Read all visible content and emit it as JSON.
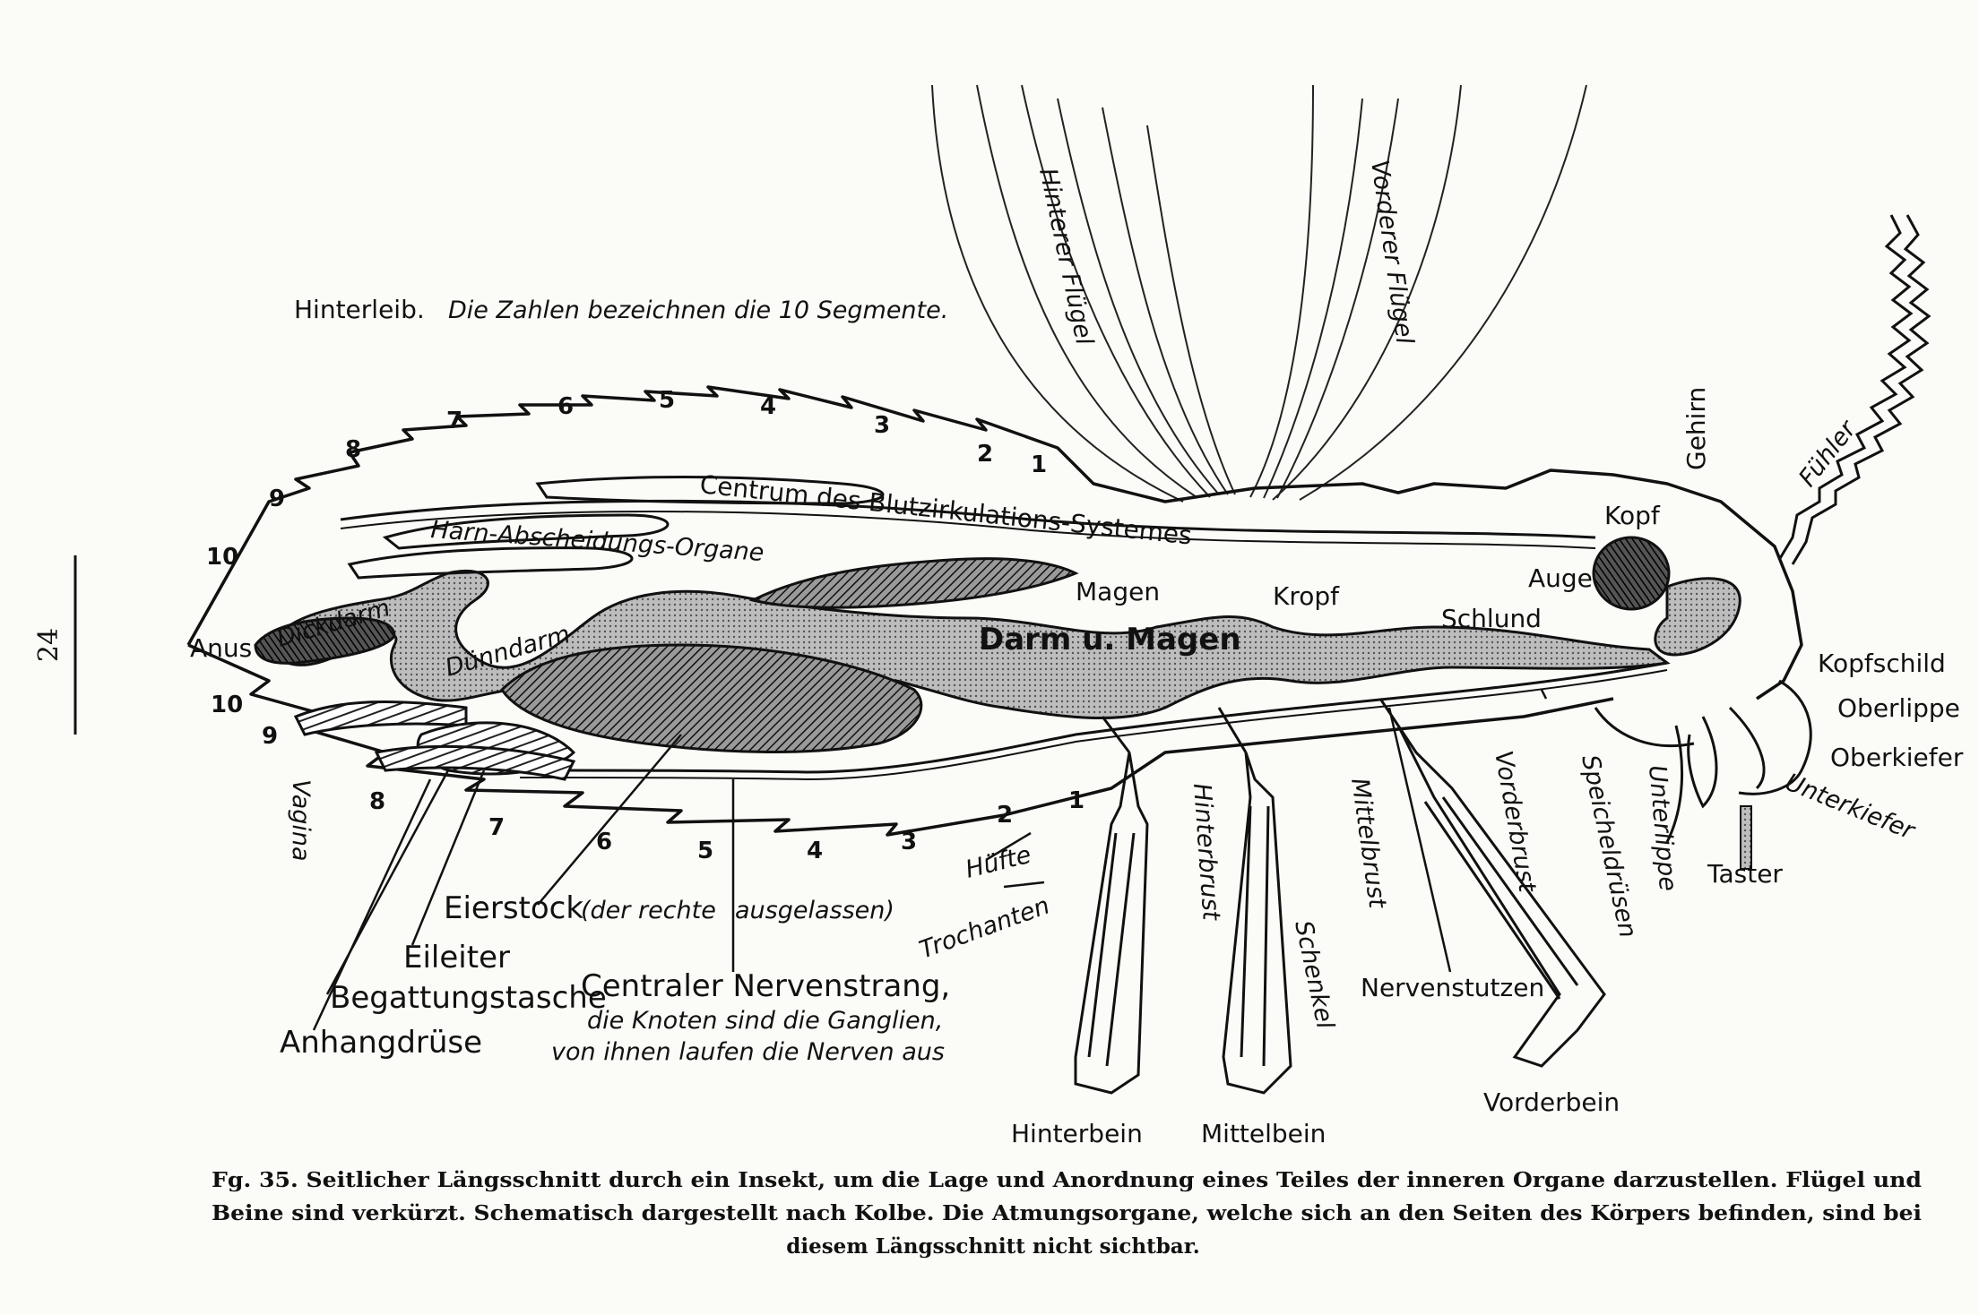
{
  "page_number": "24",
  "header": {
    "title": "Hinterleib.",
    "subtitle": "Die Zahlen bezeichnen die 10 Segmente."
  },
  "segments": {
    "dorsal": [
      "10",
      "9",
      "8",
      "7",
      "6",
      "5",
      "4",
      "3",
      "2",
      "1"
    ],
    "ventral": [
      "10",
      "9",
      "8",
      "7",
      "6",
      "5",
      "4",
      "3",
      "2",
      "1"
    ]
  },
  "wings": {
    "hind": "Hinterer Flügel",
    "fore": "Vorderer Flügel"
  },
  "organs": {
    "blood": "Centrum des Blutzirkulations-Systemes",
    "urinary": "Harn-Abscheidungs-Organe",
    "large_intestine": "Dickdarm",
    "small_intestine": "Dünndarm",
    "anus": "Anus",
    "gut": "Darm u. Magen",
    "stomach": "Magen",
    "crop": "Kropf",
    "pharynx": "Schlund",
    "eye": "Auge",
    "head": "Kopf",
    "brain": "Gehirn",
    "antenna": "Fühler",
    "head_shield": "Kopfschild",
    "upper_lip": "Oberlippe",
    "mandible": "Oberkiefer",
    "maxilla": "Unterkiefer",
    "palp": "Taster",
    "lower_lip": "Unterlippe",
    "salivary": "Speicheldrüsen",
    "prothorax": "Vorderbrust",
    "mesothorax": "Mittelbrust",
    "metathorax": "Hinterbrust",
    "femur": "Schenkel",
    "nerve_stem": "Nervenstutzen",
    "coxa": "Hüfte",
    "trochanter": "Trochanten",
    "vagina": "Vagina"
  },
  "legs": {
    "hind": "Hinterbein",
    "mid": "Mittelbein",
    "fore": "Vorderbein"
  },
  "bottom_labels": {
    "ovary": "Eierstock",
    "ovary_note_a": "(der rechte",
    "ovary_note_b": "ausgelassen)",
    "oviduct": "Eileiter",
    "pouch": "Begattungstasche",
    "gland": "Anhangdrüse",
    "nerve_cord": "Centraler Nervenstrang,",
    "nerve_note_1": "die Knoten sind die Ganglien,",
    "nerve_note_2": "von ihnen laufen die Nerven aus"
  },
  "caption": {
    "line1": "Fg. 35. Seitlicher Längsschnitt durch ein Insekt, um die Lage und Anordnung eines Teiles der inneren Organe darzustellen. Flügel und",
    "line2": "Beine sind verkürzt. Schematisch dargestellt nach Kolbe. Die Atmungsorgane, welche sich an den Seiten des Körpers befinden, sind bei",
    "line3": "diesem Längsschnitt nicht sichtbar."
  }
}
